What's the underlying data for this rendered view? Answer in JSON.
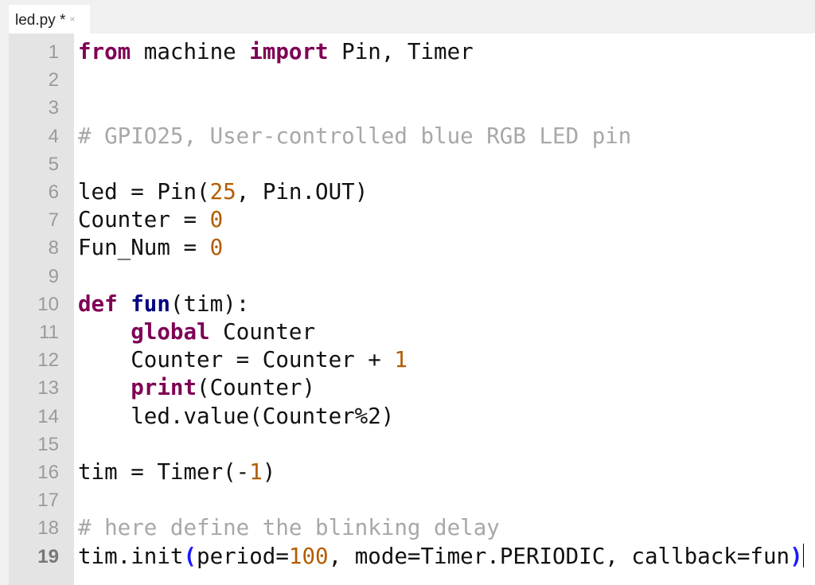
{
  "tab": {
    "title": "led.py *",
    "close_icon": "×"
  },
  "colors": {
    "keyword": "#7f0055",
    "function_name": "#000080",
    "number": "#b35c00",
    "comment": "#a8a8a8",
    "bracket_match": "#1a1aff"
  },
  "current_line": 19,
  "lines": [
    [
      [
        "kw",
        "from"
      ],
      [
        "t",
        " machine "
      ],
      [
        "kw",
        "import"
      ],
      [
        "t",
        " Pin, Timer"
      ]
    ],
    [],
    [],
    [
      [
        "cm",
        "# GPIO25, User-controlled blue RGB LED pin"
      ]
    ],
    [],
    [
      [
        "t",
        "led = Pin("
      ],
      [
        "num",
        "25"
      ],
      [
        "t",
        ", Pin.OUT)"
      ]
    ],
    [
      [
        "t",
        "Counter = "
      ],
      [
        "num",
        "0"
      ]
    ],
    [
      [
        "t",
        "Fun_Num = "
      ],
      [
        "num",
        "0"
      ]
    ],
    [],
    [
      [
        "kw",
        "def"
      ],
      [
        "t",
        " "
      ],
      [
        "fn",
        "fun"
      ],
      [
        "t",
        "(tim):"
      ]
    ],
    [
      [
        "t",
        "    "
      ],
      [
        "kw",
        "global"
      ],
      [
        "t",
        " Counter"
      ]
    ],
    [
      [
        "t",
        "    Counter = Counter + "
      ],
      [
        "num",
        "1"
      ]
    ],
    [
      [
        "t",
        "    "
      ],
      [
        "kw",
        "print"
      ],
      [
        "t",
        "(Counter)"
      ]
    ],
    [
      [
        "t",
        "    led.value(Counter%2)"
      ]
    ],
    [],
    [
      [
        "t",
        "tim = Timer(-"
      ],
      [
        "num",
        "1"
      ],
      [
        "t",
        ")"
      ]
    ],
    [],
    [
      [
        "cm",
        "# here define the blinking delay"
      ]
    ],
    [
      [
        "t",
        "tim.init"
      ],
      [
        "br",
        "("
      ],
      [
        "t",
        "period="
      ],
      [
        "num",
        "100"
      ],
      [
        "t",
        ", mode=Timer.PERIODIC, callback=fun"
      ],
      [
        "br",
        ")"
      ]
    ]
  ]
}
